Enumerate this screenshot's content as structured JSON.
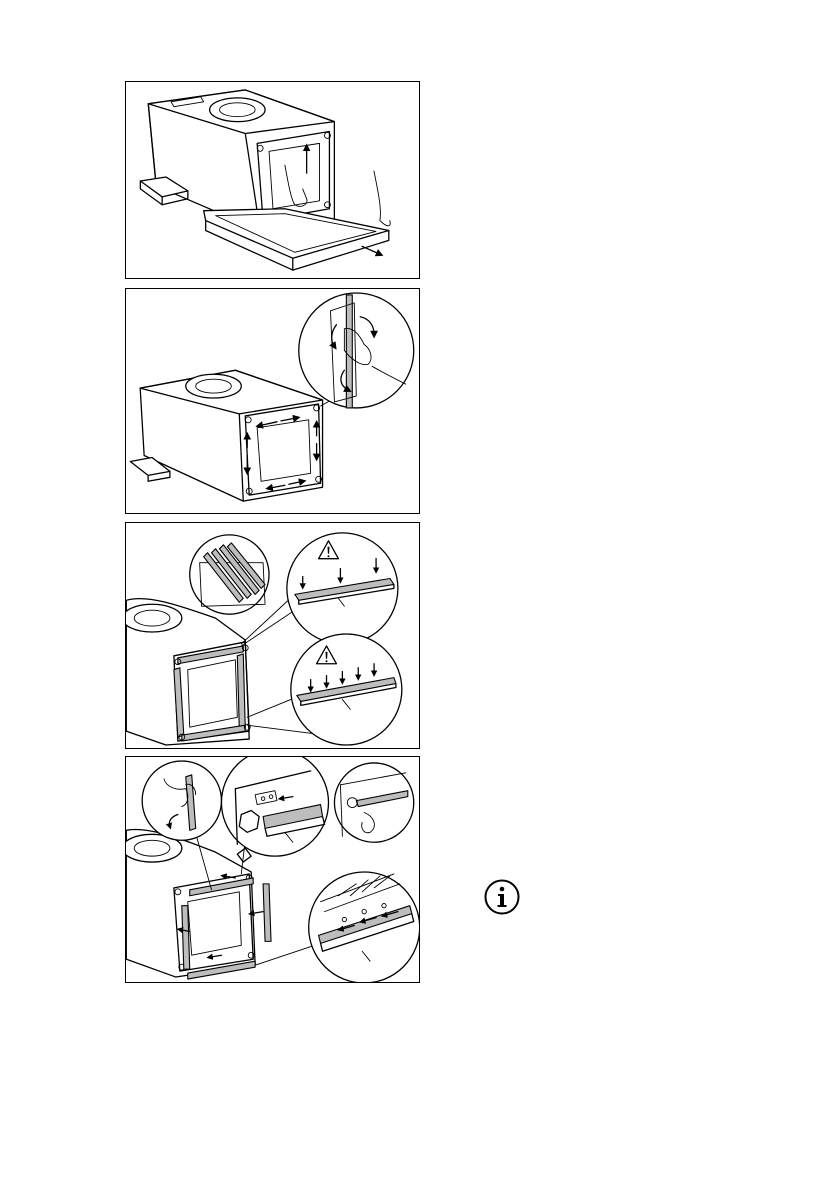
{
  "page": {
    "figures": [
      {
        "id": "step-1"
      },
      {
        "id": "step-2"
      },
      {
        "id": "step-3"
      },
      {
        "id": "step-4"
      }
    ],
    "note_icon": "info-icon"
  },
  "icons": {
    "warning": "warning-triangle-icon",
    "info": "info-icon"
  },
  "colors": {
    "line": "#000000",
    "strip": "#bdbdbd",
    "background": "#ffffff"
  }
}
